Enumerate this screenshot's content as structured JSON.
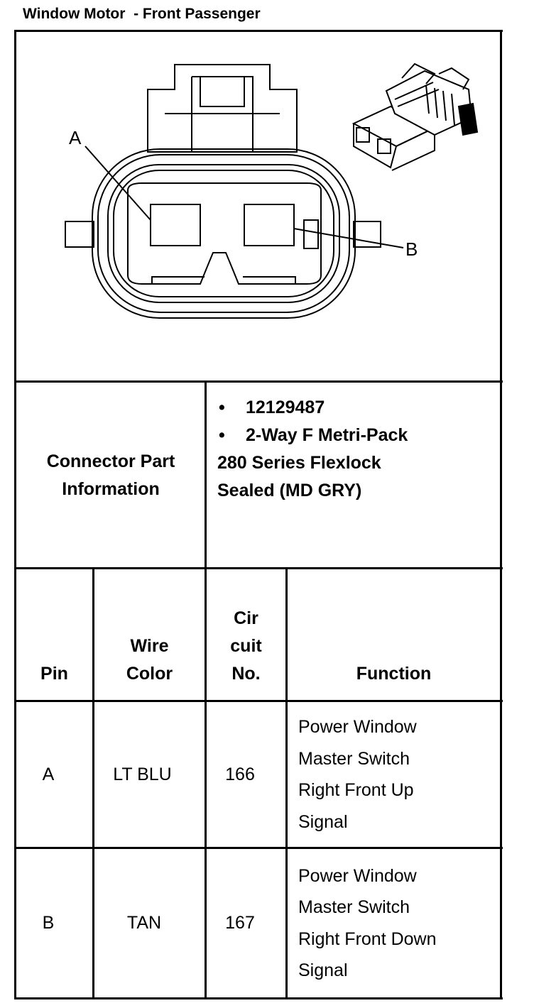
{
  "title": "Window Motor  - Front Passenger",
  "diagram": {
    "pin_labels": [
      "A",
      "B"
    ]
  },
  "connector_info": {
    "label_line1": "Connector Part",
    "label_line2": "Information",
    "bullets": [
      "12129487",
      "2-Way F Metri-Pack"
    ],
    "desc_line1": "280 Series Flexlock",
    "desc_line2": "Sealed (MD GRY)"
  },
  "table": {
    "headers": {
      "pin": "Pin",
      "wire_color_1": "Wire",
      "wire_color_2": "Color",
      "circuit_1": "Cir",
      "circuit_2": "cuit",
      "circuit_3": "No.",
      "function": "Function"
    },
    "rows": [
      {
        "pin": "A",
        "wire_color": "LT BLU",
        "circuit": "166",
        "function": [
          "Power Window",
          "Master Switch",
          "Right Front Up",
          "Signal"
        ]
      },
      {
        "pin": "B",
        "wire_color": "TAN",
        "circuit": "167",
        "function": [
          "Power Window",
          "Master Switch",
          "Right Front Down",
          "Signal"
        ]
      }
    ]
  }
}
